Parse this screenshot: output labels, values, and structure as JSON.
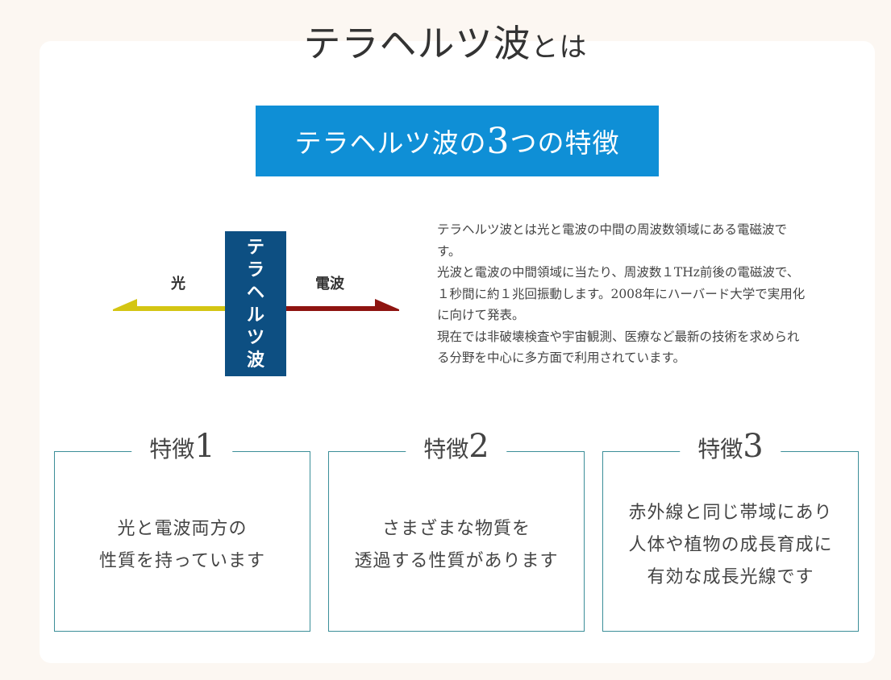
{
  "page": {
    "title_main": "テラヘルツ波",
    "title_suffix": "とは"
  },
  "banner": {
    "prefix": "テラヘルツ波の",
    "number": "3",
    "suffix": "つの特徴"
  },
  "diagram": {
    "left_label": "光",
    "right_label": "電波",
    "center_chars": [
      "テ",
      "ラ",
      "ヘ",
      "ル",
      "ツ",
      "波"
    ],
    "colors": {
      "light_arrow": "#d4c513",
      "radio_arrow": "#8e1410",
      "center_box": "#0d4f82"
    }
  },
  "description": {
    "paragraphs": [
      "テラヘルツ波とは光と電波の中間の周波数領域にある電磁波です。",
      "光波と電波の中間領域に当たり、周波数１THz前後の電磁波で、１秒間に約１兆回振動します。2008年にハーバード大学で実用化に向けて発表。",
      "現在では非破壊検査や宇宙観測、医療など最新の技術を求められる分野を中心に多方面で利用されています。"
    ]
  },
  "features": [
    {
      "label": "特徴",
      "number": "1",
      "lines": [
        "光と電波両方の",
        "性質を持っています"
      ]
    },
    {
      "label": "特徴",
      "number": "2",
      "lines": [
        "さまざまな物質を",
        "透過する性質があります"
      ]
    },
    {
      "label": "特徴",
      "number": "3",
      "lines": [
        "赤外線と同じ帯域にあり",
        "人体や植物の成長育成に",
        "有効な成長光線です"
      ]
    }
  ],
  "colors": {
    "background": "#fcf7f2",
    "banner": "#0f8fd6",
    "feature_border": "#3b8e98"
  }
}
